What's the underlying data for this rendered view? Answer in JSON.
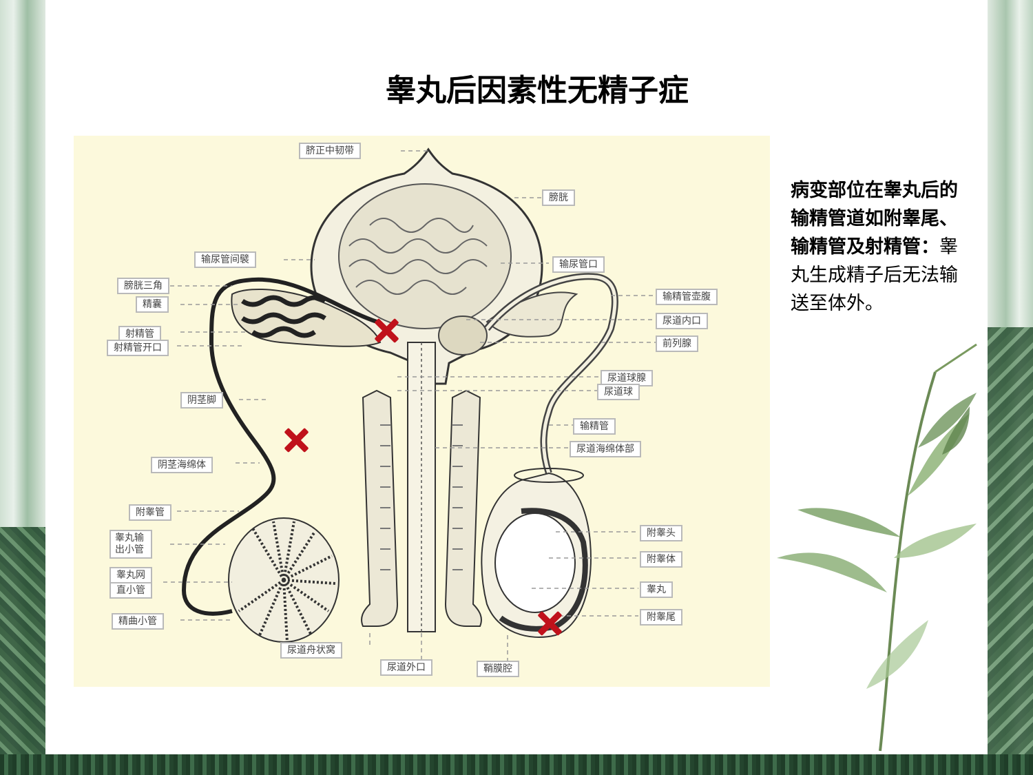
{
  "slide": {
    "title": "睾丸后因素性无精子症",
    "desc_bold": "病变部位在睾丸后的输精管道如附睾尾、输精管及射精管：",
    "desc_normal": "睾丸生成精子后无法输送至体外。"
  },
  "diagram": {
    "labels_top": [
      "脐正中韧带",
      "膀胱"
    ],
    "labels_left": [
      "输尿管间襞",
      "膀胱三角",
      "精囊",
      "射精管",
      "射精管开口",
      "阴茎脚",
      "阴茎海绵体",
      "附睾管",
      "睾丸输出小管",
      "睾丸网",
      "直小管",
      "精曲小管"
    ],
    "labels_right": [
      "输尿管口",
      "输精管壶腹",
      "尿道内口",
      "前列腺",
      "尿道球腺",
      "尿道球",
      "输精管",
      "尿道海绵体部",
      "附睾头",
      "附睾体",
      "睾丸",
      "附睾尾"
    ],
    "labels_bottom": [
      "尿道舟状窝",
      "尿道外口",
      "鞘膜腔"
    ],
    "lesion_marks": 3,
    "lesion_color": "#c0121b"
  }
}
